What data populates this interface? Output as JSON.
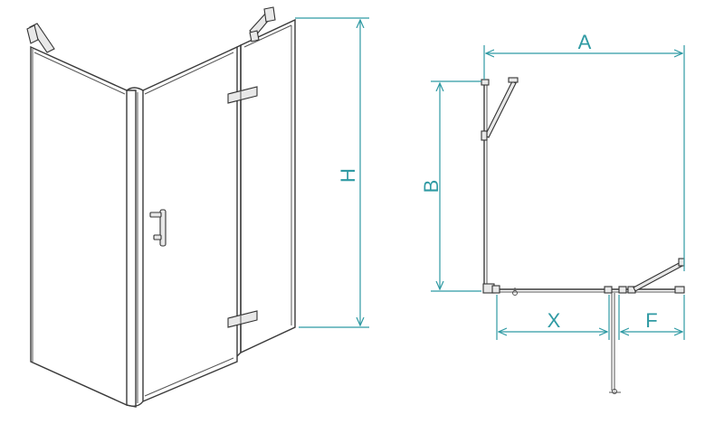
{
  "figure": {
    "perspective_view": {
      "dimensions": {
        "height_label": "H"
      }
    },
    "plan_view": {
      "dimensions": {
        "width_label": "A",
        "depth_label": "B",
        "door_offset_label": "X",
        "fixed_panel_label": "F"
      }
    },
    "colors": {
      "dimension_lines": "#2f9aa3",
      "outline": "#3a3a3a"
    }
  }
}
